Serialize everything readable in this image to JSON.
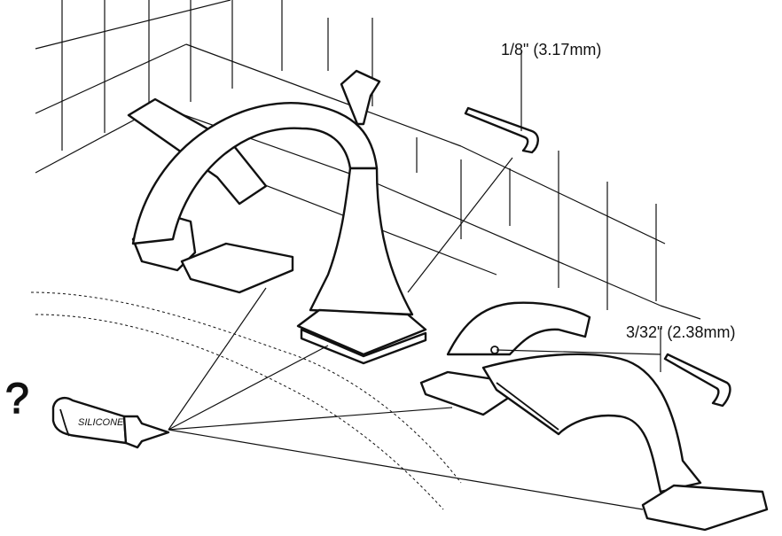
{
  "labels": {
    "hex_key_large": "1/8\" (3.17mm)",
    "hex_key_small": "3/32\" (2.38mm)",
    "silicone_tube": "SILICONE",
    "question_mark": "?"
  }
}
